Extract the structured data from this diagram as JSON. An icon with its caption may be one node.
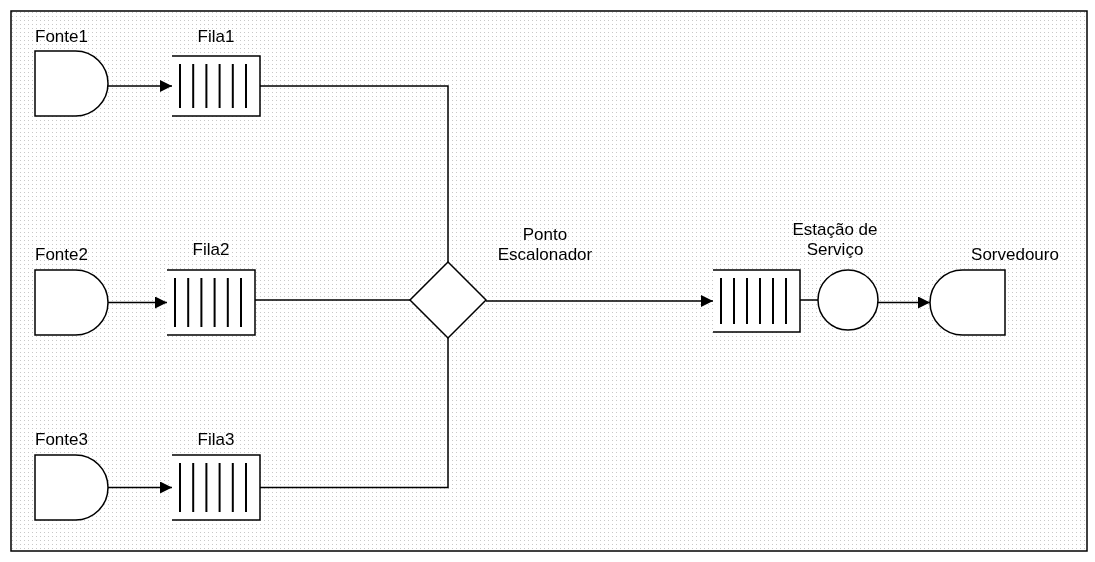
{
  "diagram": {
    "nodes": [
      {
        "text": [
          "Fonte1"
        ]
      },
      {
        "text": [
          "Fila1"
        ]
      },
      {
        "text": [
          "Fonte2"
        ]
      },
      {
        "text": [
          "Fila2"
        ]
      },
      {
        "text": [
          "Fonte3"
        ]
      },
      {
        "text": [
          "Fila3"
        ]
      },
      {
        "text": [
          "Ponto Escalonador"
        ]
      },
      {
        "text": [
          "Estação de Serviço"
        ]
      },
      {
        "text": [],
        "shape": "circle"
      },
      {
        "text": [
          "Sorvedouro"
        ]
      }
    ],
    "edges": [
      {
        "from": 0,
        "to": 1,
        "arrow": "to"
      },
      {
        "from": 2,
        "to": 3,
        "arrow": "to"
      },
      {
        "from": 4,
        "to": 5,
        "arrow": "to"
      },
      {
        "from": 1,
        "to": 6,
        "arrow": "none"
      },
      {
        "from": 3,
        "to": 6,
        "arrow": "none"
      },
      {
        "from": 5,
        "to": 6,
        "arrow": "none"
      },
      {
        "from": 6,
        "to": 7,
        "arrow": "to"
      },
      {
        "from": 7,
        "to": 8,
        "arrow": "none"
      },
      {
        "from": 8,
        "to": 9,
        "arrow": "to"
      }
    ]
  }
}
